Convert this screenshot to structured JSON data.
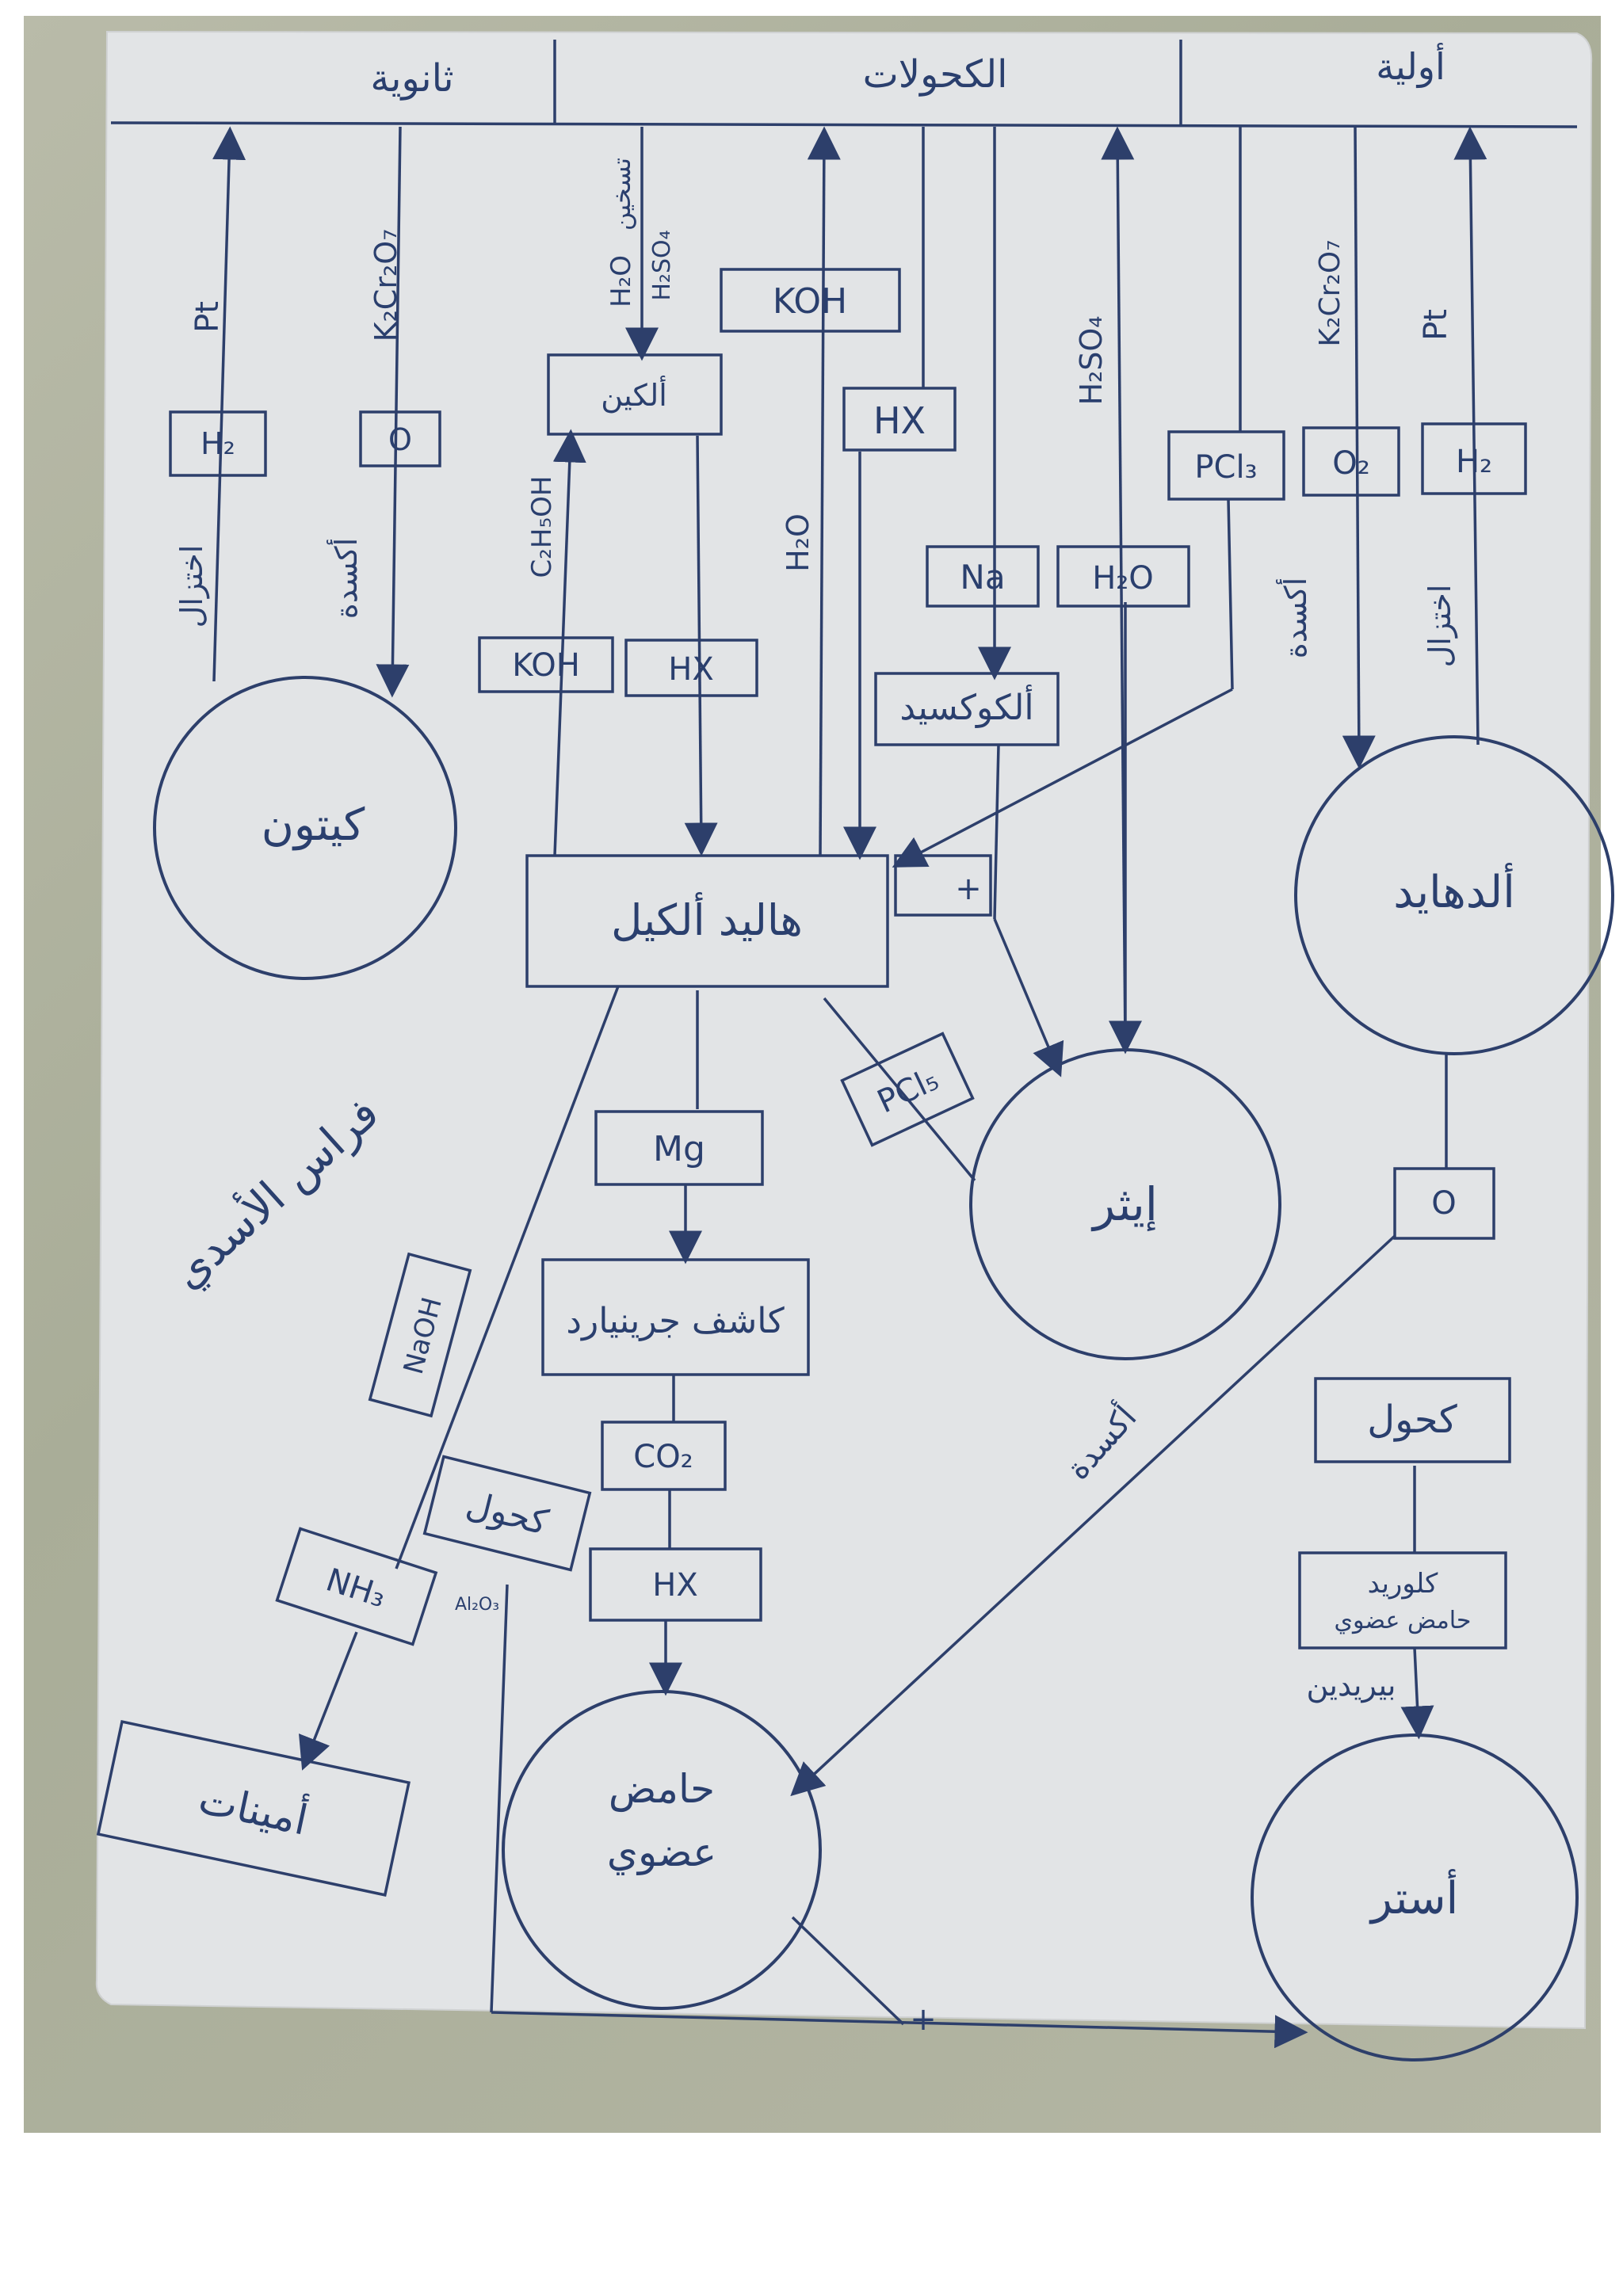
{
  "header": {
    "left": "ثانوية",
    "middle": "الكحولات",
    "right": "أولية"
  },
  "nodes": {
    "ketone": "كيتون",
    "aldehyde": "ألدهايد",
    "alkyl_halide": "هاليد ألكيل",
    "ether": "إيثر",
    "alkene": "ألكين",
    "alkoxide": "ألكوكسيد",
    "grignard": "كاشف جرينيارد",
    "organic_acid_line1": "حامض",
    "organic_acid_line2": "عضوي",
    "ester": "أستر",
    "amines": "أمينات",
    "alcohol_box_right": "كحول",
    "alcohol_box_left": "كحول",
    "acid_chloride_line1": "كلوريد",
    "acid_chloride_line2": "حامض عضوي"
  },
  "reagents": {
    "pt_left": "Pt",
    "h2_left": "H₂",
    "reduction_left": "اختزال",
    "k2cr2o7_left": "K₂Cr₂O₇",
    "o_left": "O",
    "oxidation_left": "أكسدة",
    "heat_conc": "تسخين",
    "h2o_h2so4_1": "H₂O",
    "h2o_h2so4_2": "H₂SO₄",
    "c2h5oh": "C₂H₅OH",
    "koh_top": "KOH",
    "koh_left": "KOH",
    "hx_left": "HX",
    "h2o_mid": "H₂O",
    "hx_mid": "HX",
    "na": "Na",
    "h2o_right": "H₂O",
    "h2so4_right": "H₂SO₄",
    "pcl3": "PCl₃",
    "o2": "O₂",
    "h2_right": "H₂",
    "k2cr2o7_right": "K₂Cr₂O₇",
    "pt_right": "Pt",
    "oxidation_right": "أكسدة",
    "reduction_right": "اختزال",
    "pcl5": "PCl₅",
    "plus_top": "+",
    "mg": "Mg",
    "co2": "CO₂",
    "hx_bottom": "HX",
    "naoh": "NaOH",
    "nh3": "NH₃",
    "al2o3": "Al₂O₃",
    "o_right": "O",
    "oxidation_diag": "أكسدة",
    "pyridine": "بيريدين",
    "plus_bottom": "+",
    "author": "فراس الأسدي"
  },
  "colors": {
    "ink": "#2d3f6b",
    "paper": "#e2e4e6",
    "background": "#adb09c"
  }
}
